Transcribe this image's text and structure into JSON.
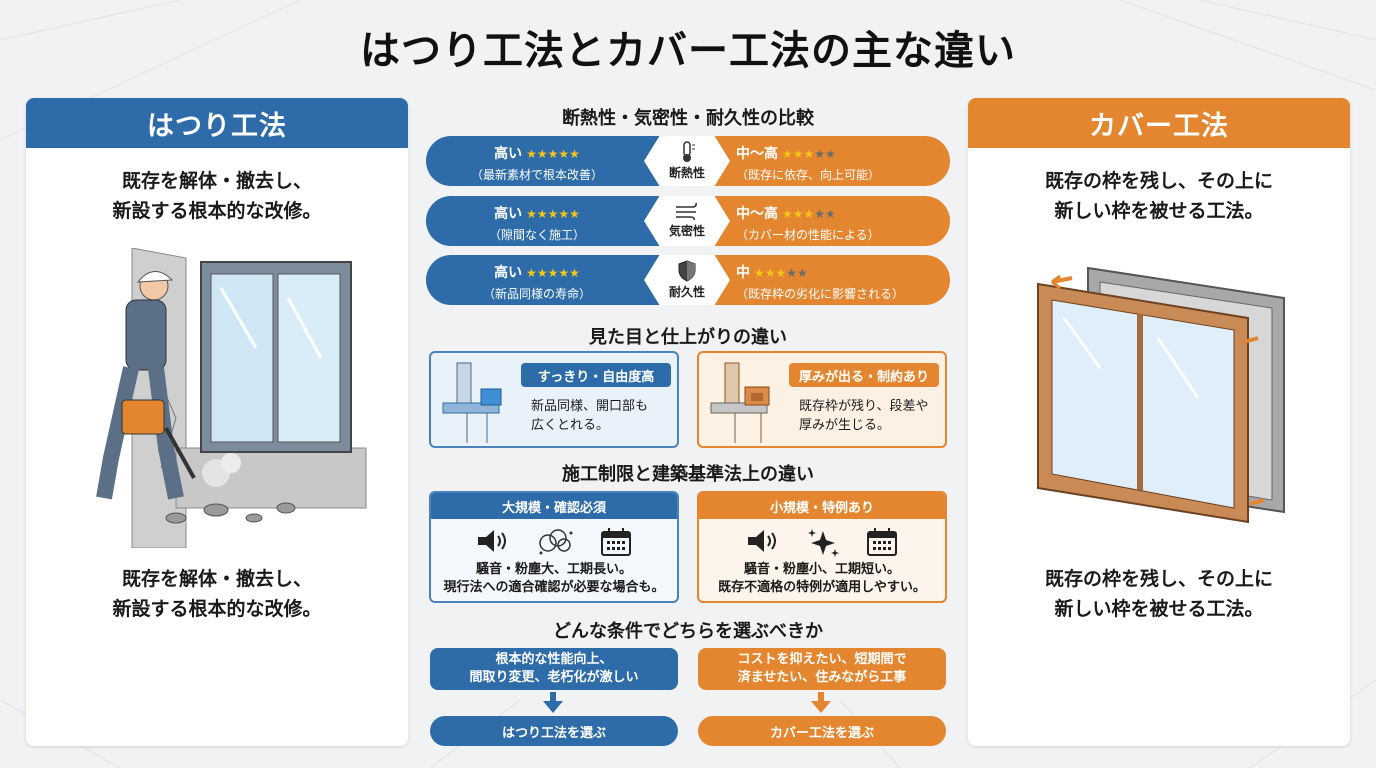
{
  "title": "はつり工法とカバー工法の主な違い",
  "left_card": {
    "header": "はつり工法",
    "desc_top": [
      "既存を解体・撤去し、",
      "新設する根本的な改修。"
    ],
    "desc_bottom": [
      "既存を解体・撤去し、",
      "新設する根本的な改修。"
    ]
  },
  "right_card": {
    "header": "カバー工法",
    "desc_top": [
      "既存の枠を残し、その上に",
      "新しい枠を被せる工法。"
    ],
    "desc_bottom": [
      "既存の枠を残し、その上に",
      "新しい枠を被せる工法。"
    ]
  },
  "section1": {
    "title": "断熱性・気密性・耐久性の比較",
    "rows": [
      {
        "left_head": "高い",
        "left_stars": 5,
        "left_sub": "（最新素材で根本改善）",
        "center": "断熱性",
        "icon": "thermometer-icon",
        "right_head": "中～高",
        "right_stars": 3,
        "right_sub": "（既存に依存、向上可能）"
      },
      {
        "left_head": "高い",
        "left_stars": 5,
        "left_sub": "（隙間なく施工）",
        "center": "気密性",
        "icon": "wind-icon",
        "right_head": "中～高",
        "right_stars": 3,
        "right_sub": "（カバー材の性能による）"
      },
      {
        "left_head": "高い",
        "left_stars": 5,
        "left_sub": "（新品同様の寿命）",
        "center": "耐久性",
        "icon": "shield-icon",
        "right_head": "中",
        "right_stars": 3,
        "right_sub": "（既存枠の劣化に影響される）"
      }
    ]
  },
  "section2": {
    "title": "見た目と仕上がりの違い",
    "left_tag": "すっきり・自由度高",
    "left_text": [
      "新品同様、開口部も",
      "広くとれる。"
    ],
    "right_tag": "厚みが出る・制約あり",
    "right_text": [
      "既存枠が残り、段差や",
      "厚みが生じる。"
    ]
  },
  "section3": {
    "title": "施工制限と建築基準法上の違い",
    "left_bar": "大規模・確認必須",
    "left_text": [
      "騒音・粉塵大、工期長い。",
      "現行法への適合確認が必要な場合も。"
    ],
    "right_bar": "小規模・特例あり",
    "right_text": [
      "騒音・粉塵小、工期短い。",
      "既存不適格の特例が適用しやすい。"
    ]
  },
  "section4": {
    "title": "どんな条件でどちらを選ぶべきか",
    "left_cond": [
      "根本的な性能向上、",
      "間取り変更、老朽化が激しい"
    ],
    "left_choice": "はつり工法を選ぶ",
    "right_cond": [
      "コストを抑えたい、短期間で",
      "済ませたい、住みながら工事"
    ],
    "right_choice": "カバー工法を選ぶ"
  },
  "colors": {
    "blue": "#2d6ca9",
    "orange": "#e4862f",
    "star": "#f5c518"
  }
}
